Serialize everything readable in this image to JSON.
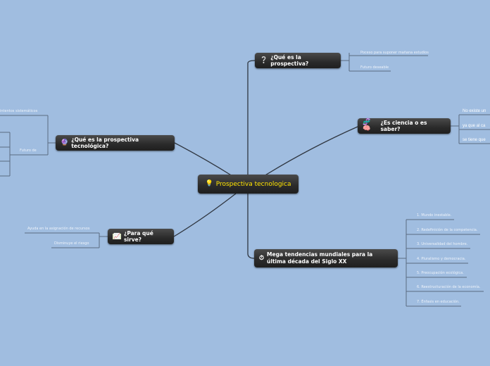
{
  "center": {
    "label": "Prospectiva tecnologica",
    "icon": "lightbulb-icon"
  },
  "nodes": {
    "que_es": {
      "label": "¿Qué es la prospectiva?",
      "icon": "question-icon",
      "items": [
        "Poceso para suponer mañana estudios",
        "Futuro deseable"
      ]
    },
    "ciencia": {
      "label": "¿Es ciencia o es saber?",
      "icon": "dna-brain-icon",
      "items": [
        "No existe un",
        "ya que al ca",
        "se tiene que"
      ]
    },
    "mega": {
      "label": "Mega tendencias mundiales para la última década del Siglo XX",
      "icon": "stopwatch-icon",
      "items": [
        "1. Mundo inestable.",
        "2. Redefinición de la competencia.",
        "3. Universalidad del hombre.",
        "4. Pluralismo y democracia.",
        "5. Preocupación ecológica.",
        "6. Reestructuración de la economía.",
        "7. Énfasis en educación."
      ]
    },
    "para_que": {
      "label": "¿Para qué sirve?",
      "icon": "chart-icon",
      "items": [
        "Ayuda en la asignación de recursos",
        "Disminuye el riesgo"
      ]
    },
    "tecnologica": {
      "label": "¿Qué es la prospectiva tecnológica?",
      "icon": "crystal-ball-icon",
      "items": [
        "intentos sistemáticos",
        "Futuro de"
      ]
    }
  }
}
